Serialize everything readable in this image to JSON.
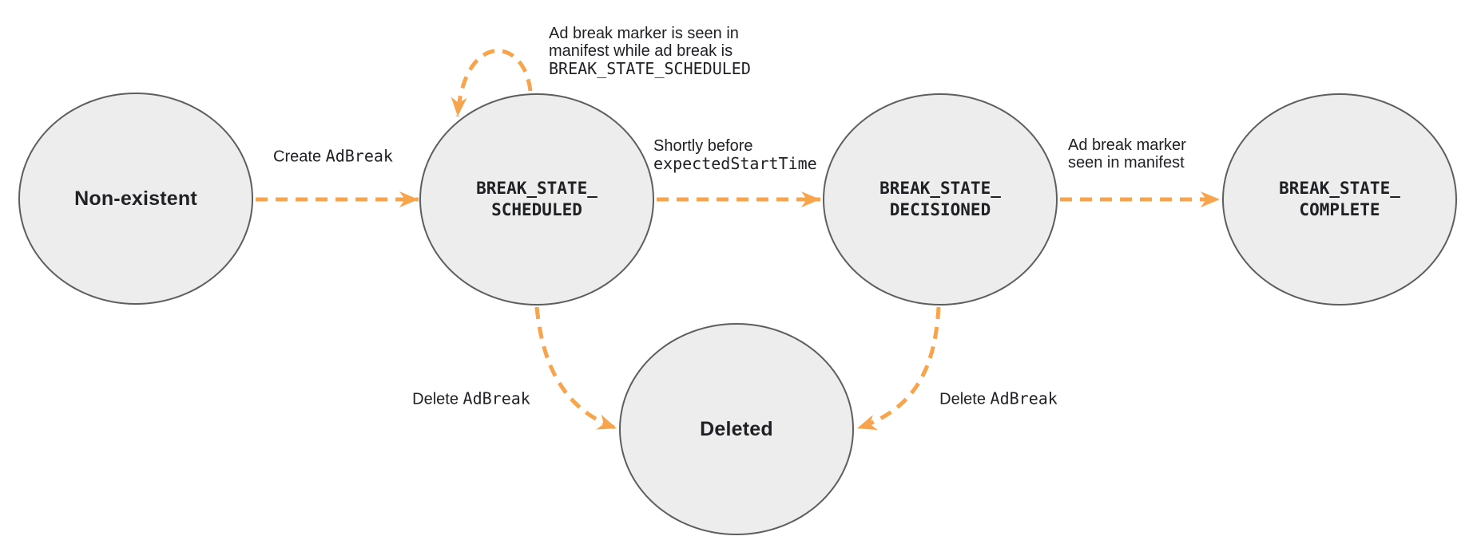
{
  "colors": {
    "arrow_orange": "#F7A44C",
    "state_fill": "#EDEDED",
    "state_border": "#5E5E5E",
    "text": "#202124"
  },
  "states": {
    "non_existent": {
      "label": "Non-existent"
    },
    "scheduled": {
      "line1": "BREAK_STATE_",
      "line2": "SCHEDULED"
    },
    "decisioned": {
      "line1": "BREAK_STATE_",
      "line2": "DECISIONED"
    },
    "complete": {
      "line1": "BREAK_STATE_",
      "line2": "COMPLETE"
    },
    "deleted": {
      "label": "Deleted"
    }
  },
  "transitions": {
    "create": {
      "text": "Create ",
      "code": "AdBreak"
    },
    "marker_seen_while_scheduled": {
      "line1": "Ad break marker is seen in",
      "line2": "manifest while ad break is",
      "code": "BREAK_STATE_SCHEDULED"
    },
    "shortly_before": {
      "text": "Shortly before",
      "code": "expectedStartTime"
    },
    "marker_seen": {
      "line1": "Ad break marker",
      "line2": "seen in manifest"
    },
    "delete_from_scheduled": {
      "text": "Delete ",
      "code": "AdBreak"
    },
    "delete_from_decisioned": {
      "text": "Delete ",
      "code": "AdBreak"
    }
  }
}
